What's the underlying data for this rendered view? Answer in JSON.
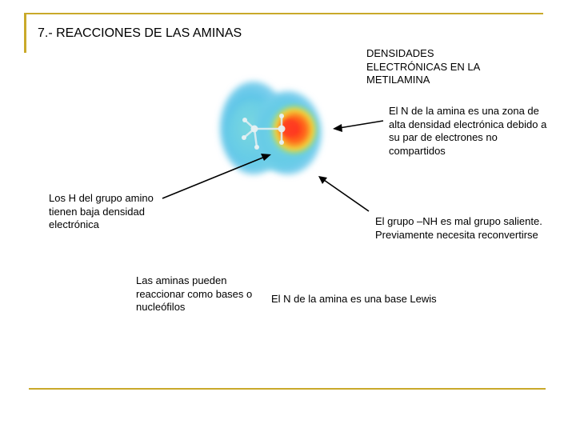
{
  "slide": {
    "title": "7.- REACCIONES DE LAS AMINAS",
    "colors": {
      "frame": "#c9a92a",
      "text": "#000000",
      "background": "#ffffff"
    }
  },
  "image": {
    "name": "methylamine-electron-density-map"
  },
  "annotations": {
    "densidades": "DENSIDADES ELECTRÓNICAS EN LA METILAMINA",
    "n_high_density": "El N de la amina es una zona de alta densidad electrónica debido a su par de electrones no compartidos",
    "h_low_density": "Los H del grupo amino tienen baja densidad electrónica",
    "nh_leaving_group": "El grupo –NH es mal grupo saliente. Previamente necesita reconvertirse",
    "amines_react": "Las aminas pueden reaccionar como bases o nucleófilos",
    "lewis_base": "El N de la amina es una base Lewis"
  }
}
